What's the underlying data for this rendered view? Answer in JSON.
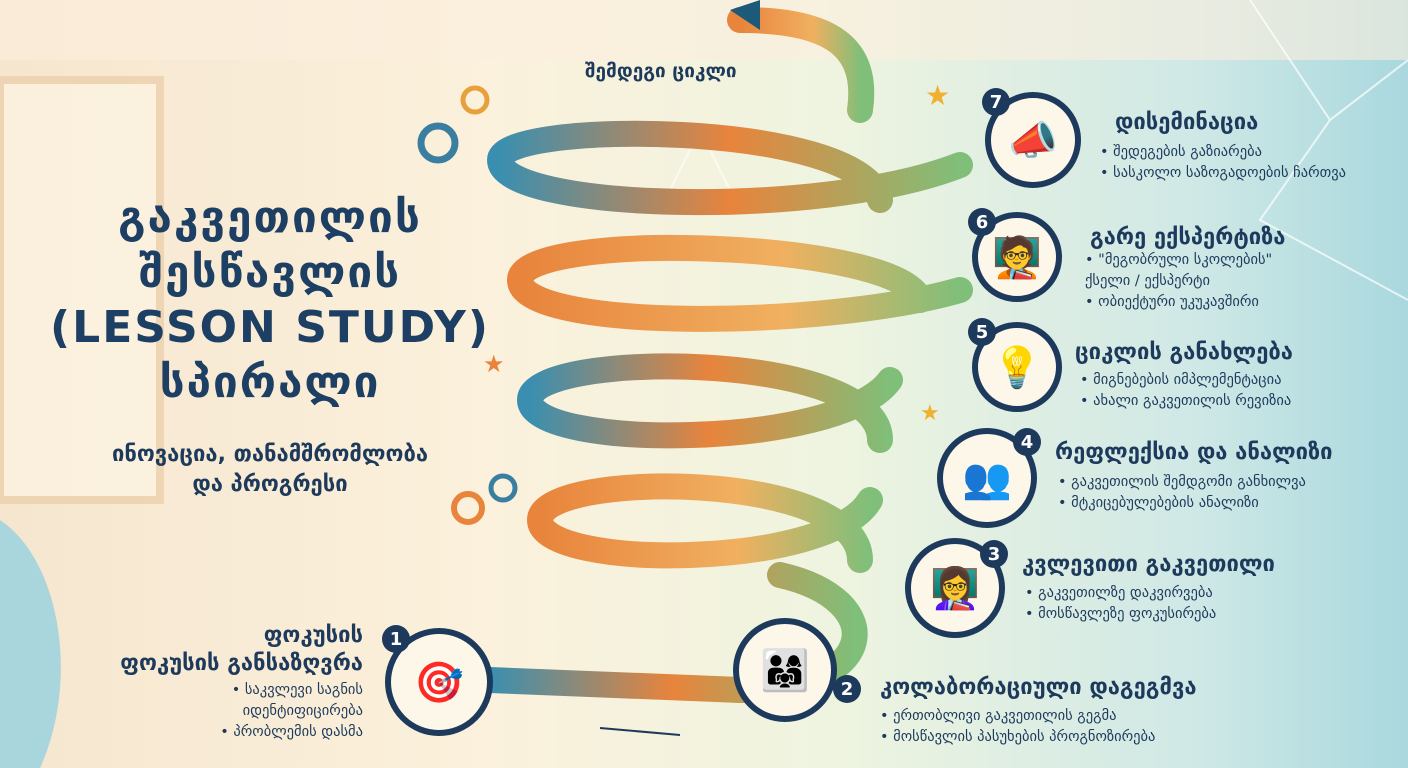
{
  "title": {
    "line1": "გაკვეთილის",
    "line2": "შესწავლის",
    "line3": "(LESSON STUDY)",
    "line4": "სპირალი"
  },
  "subtitle": {
    "line1": "ინოვაცია, თანამშრომლობა",
    "line2": "და პროგრესი"
  },
  "next_cycle": "შემდეგი ციკლი",
  "steps": [
    {
      "number": "1",
      "title_line1": "ფოკუსის",
      "title_line2": "ფოკუსის განსაზღვრა",
      "bullets": [
        "საკვლევი საგნის",
        "იდენტიფიცირება",
        "პრობლემის დასმა"
      ],
      "icon": "target-question-icon"
    },
    {
      "number": "2",
      "title": "კოლაბორაციული დაგეგმვა",
      "bullets": [
        "ერთობლივი გაკვეთილის გეგმა",
        "მოსწავლის პასუხების პროგნოზირება"
      ],
      "icon": "team-planning-icon"
    },
    {
      "number": "3",
      "title": "კვლევითი გაკვეთილი",
      "bullets": [
        "გაკვეთილზე დაკვირვება",
        "მოსწავლეზე ფოკუსირება"
      ],
      "icon": "classroom-icon"
    },
    {
      "number": "4",
      "title": "რეფლექსია და ანალიზი",
      "bullets": [
        "გაკვეთილის შემდგომი განხილვა",
        "მტკიცებულებების ანალიზი"
      ],
      "icon": "meeting-icon"
    },
    {
      "number": "5",
      "title": "ციკლის განახლება",
      "bullets": [
        "მიგნებების იმპლემენტაცია",
        "ახალი გაკვეთილის რევიზია"
      ],
      "icon": "lightbulb-icon"
    },
    {
      "number": "6",
      "title": "გარე ექსპერტიზა",
      "bullets": [
        "\"მეგობრული სკოლების\"",
        "ქსელი / ექსპერტი",
        "ობიექტური უკუკავშირი"
      ],
      "icon": "expert-icon"
    },
    {
      "number": "7",
      "title": "დისემინაცია",
      "bullets": [
        "შედეგების გაზიარება",
        "სასკოლო საზოგადოების ჩართვა"
      ],
      "icon": "megaphone-icon"
    }
  ],
  "colors": {
    "navy": "#1d3a5c",
    "orange": "#e8843c",
    "teal": "#3a8fb0",
    "green": "#7fbf7a"
  }
}
